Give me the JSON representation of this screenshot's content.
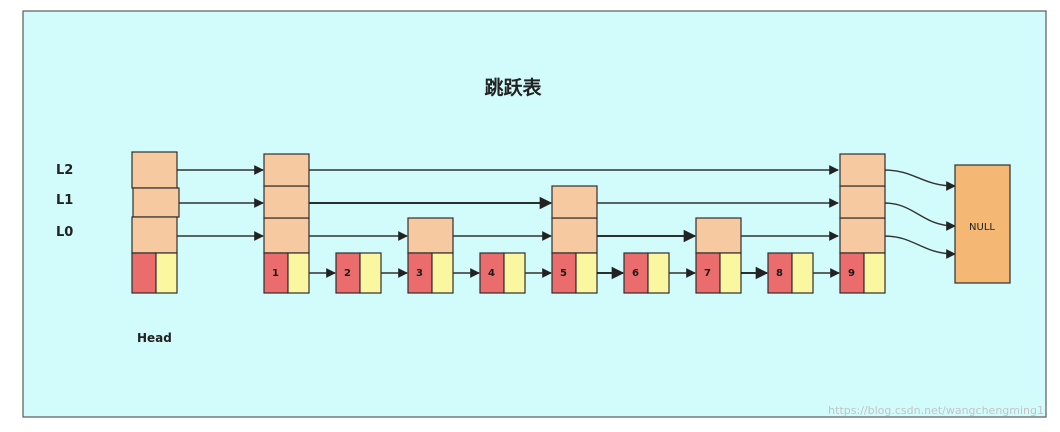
{
  "diagram": {
    "title": "跳跃表",
    "level_labels": [
      "L2",
      "L1",
      "L0"
    ],
    "head_label": "Head",
    "null_label": "NULL",
    "node_values": [
      "1",
      "2",
      "3",
      "4",
      "5",
      "6",
      "7",
      "8",
      "9"
    ],
    "node_heights": {
      "1": 3,
      "3": 1,
      "5": 2,
      "7": 1,
      "9": 3
    },
    "watermark": "https://blog.csdn.net/wangchengming1",
    "colors": {
      "background": "#d2fbfb",
      "index_box": "#f6c9a1",
      "value_box": "#ea6c6c",
      "pointer_box": "#fbf6a0",
      "null_box": "#f5b774"
    }
  }
}
